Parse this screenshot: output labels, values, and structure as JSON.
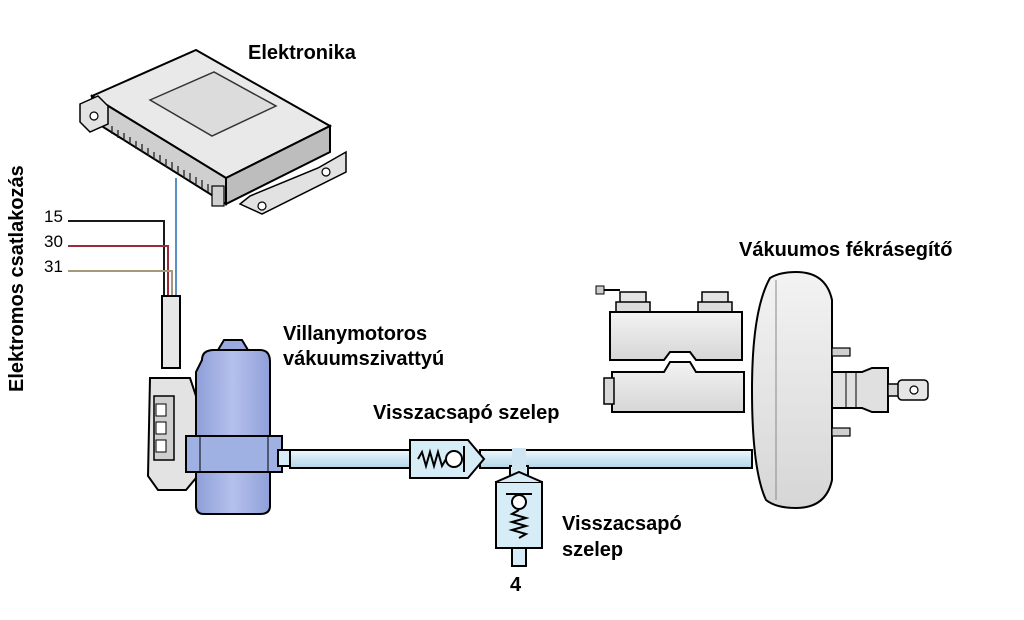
{
  "labels": {
    "electronics": "Elektronika",
    "connection": "Elektromos csatlakozás",
    "pump_line1": "Villanymotoros",
    "pump_line2": "vákuumszivattyú",
    "check_valve_top": "Visszacsapó szelep",
    "check_valve_bottom_line1": "Visszacsapó",
    "check_valve_bottom_line2": "szelep",
    "booster": "Vákuumos fékrásegítő",
    "port": "4"
  },
  "wires": [
    {
      "label": "15",
      "color": "#1a1a1a"
    },
    {
      "label": "30",
      "color": "#9b2a3a"
    },
    {
      "label": "31",
      "color": "#a8987a"
    }
  ],
  "colors": {
    "pump_blue": "#a9b6e6",
    "tube_blue": "#d6ecf6",
    "part_gray": "#e6e6e6",
    "outline": "#000000"
  }
}
